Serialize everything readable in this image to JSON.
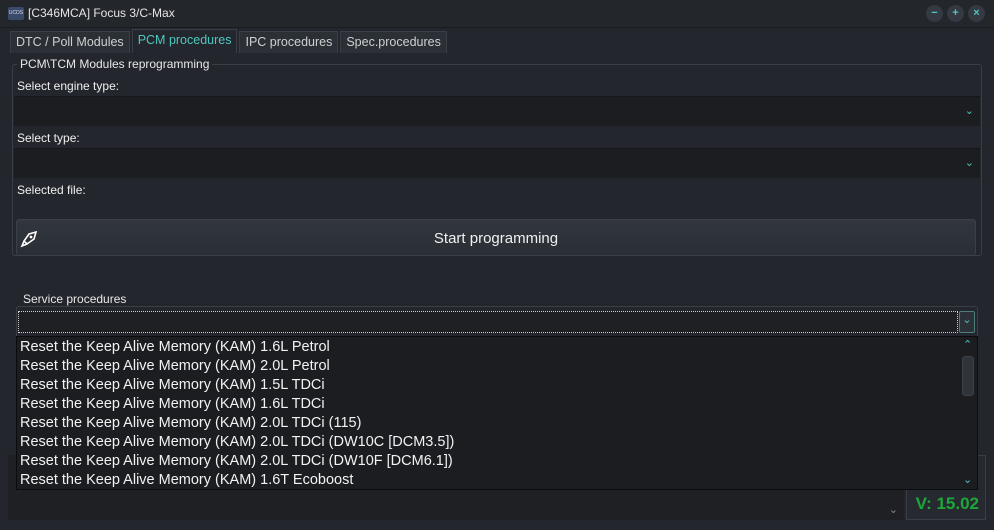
{
  "window": {
    "title": "[C346MCA] Focus 3/C-Max",
    "logo_text": "UCDS",
    "minimize": "−",
    "maximize": "+",
    "close": "×"
  },
  "tabs": [
    {
      "label": "DTC / Poll Modules"
    },
    {
      "label": "PCM procedures",
      "active": true
    },
    {
      "label": "IPC procedures"
    },
    {
      "label": "Spec.procedures"
    }
  ],
  "pcm_group": {
    "title": "PCM\\TCM Modules reprogramming",
    "engine_label": "Select engine type:",
    "engine_value": "",
    "type_label": "Select type:",
    "type_value": "",
    "file_label": "Selected file:",
    "file_value": "",
    "start_button": "Start programming",
    "start_icon": "rocket-icon"
  },
  "service": {
    "title": "Service procedures",
    "selected": "",
    "items": [
      "Reset the Keep Alive Memory (KAM) 1.6L Petrol",
      "Reset the Keep Alive Memory (KAM) 2.0L Petrol",
      "Reset the Keep Alive Memory (KAM) 1.5L TDCi",
      "Reset the Keep Alive Memory (KAM) 1.6L TDCi",
      "Reset the Keep Alive Memory (KAM) 2.0L TDCi (115)",
      "Reset the Keep Alive Memory (KAM) 2.0L TDCi (DW10C [DCM3.5])",
      "Reset the Keep Alive Memory (KAM) 2.0L TDCi (DW10F [DCM6.1])",
      "Reset the Keep Alive Memory (KAM) 1.6T Ecoboost"
    ]
  },
  "version": "V: 15.02",
  "colors": {
    "accent": "#4fc7c0",
    "version": "#1fa83a",
    "background": "#23262c"
  }
}
